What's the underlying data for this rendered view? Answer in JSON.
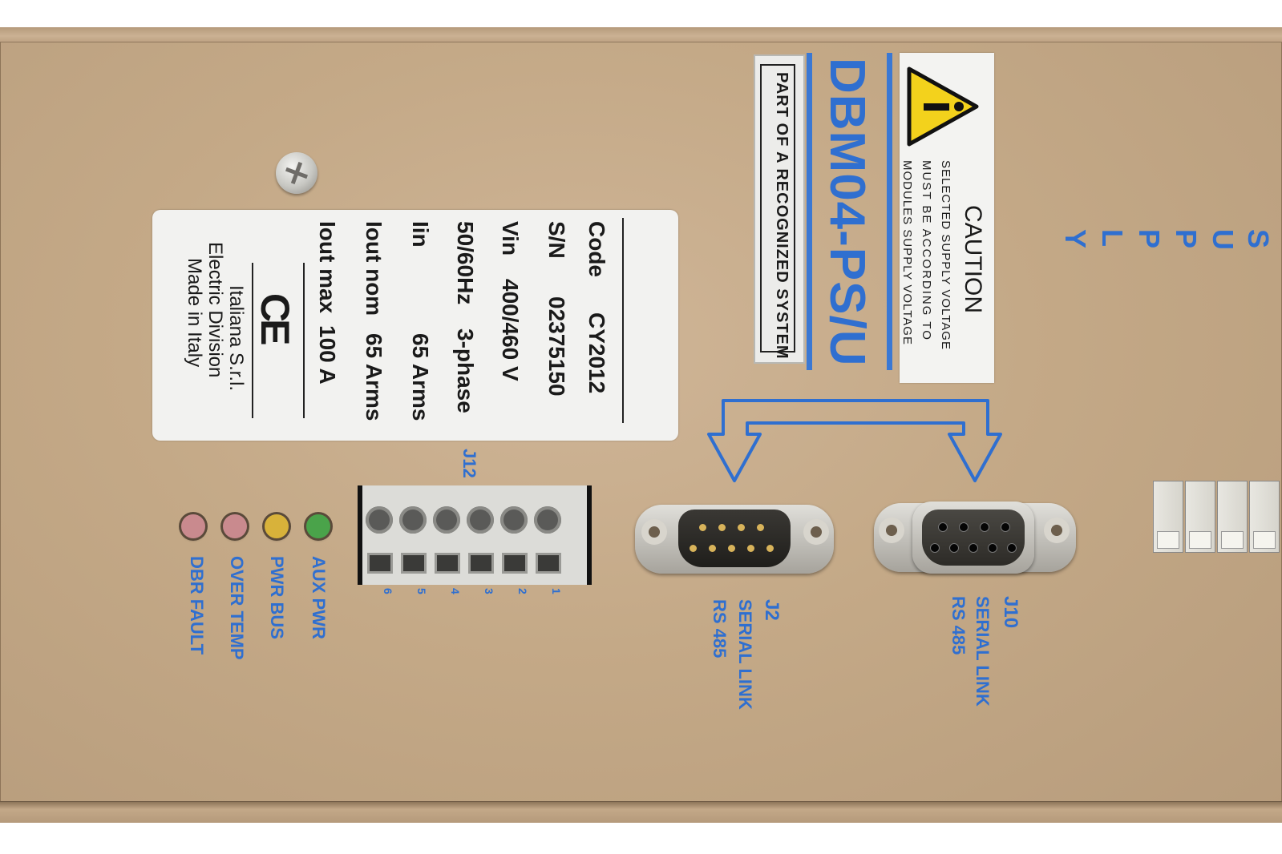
{
  "rating_label": {
    "rows": [
      {
        "key": "Code",
        "value": "CY2012"
      },
      {
        "key": "S/N",
        "value": "02375150"
      },
      {
        "key": "Vin",
        "value": "400/460 V"
      },
      {
        "key": "50/60Hz",
        "value": "3-phase"
      },
      {
        "key": "Iin",
        "value": "65 Arms"
      },
      {
        "key": "Iout nom",
        "value": "65 Arms"
      },
      {
        "key": "Iout max",
        "value": "100 A"
      }
    ],
    "ce_mark": "CE",
    "maker_lines": [
      "Italiana S.r.l.",
      "Electric Division",
      "Made in Italy"
    ]
  },
  "recognized_label": "PART OF A RECOGNIZED SYSTEM",
  "model_name": "DBM04-PS/U",
  "caution_label": {
    "title": "CAUTION",
    "lines": [
      "SELECTED SUPPLY VOLTAGE",
      "MUST BE ACCORDING TO",
      "MODULES SUPPLY VOLTAGE"
    ]
  },
  "side_text": [
    "S",
    "U",
    "P",
    "P",
    "L",
    "Y"
  ],
  "leds": [
    {
      "label": "DBR FAULT",
      "color": "#c98a8e"
    },
    {
      "label": "OVER TEMP",
      "color": "#c98a8e"
    },
    {
      "label": "PWR BUS",
      "color": "#d8b23a"
    },
    {
      "label": "AUX PWR",
      "color": "#4aa34a"
    }
  ],
  "terminal_block": {
    "name": "J12",
    "pin_numbers": [
      "6",
      "5",
      "4",
      "3",
      "2",
      "1"
    ]
  },
  "connectors": [
    {
      "name": "J2",
      "line1": "SERIAL LINK",
      "line2": "RS 485"
    },
    {
      "name": "J10",
      "line1": "SERIAL LINK",
      "line2": "RS 485"
    }
  ],
  "colors": {
    "panel": "#c4a987",
    "print_blue": "#2f6fd0"
  }
}
